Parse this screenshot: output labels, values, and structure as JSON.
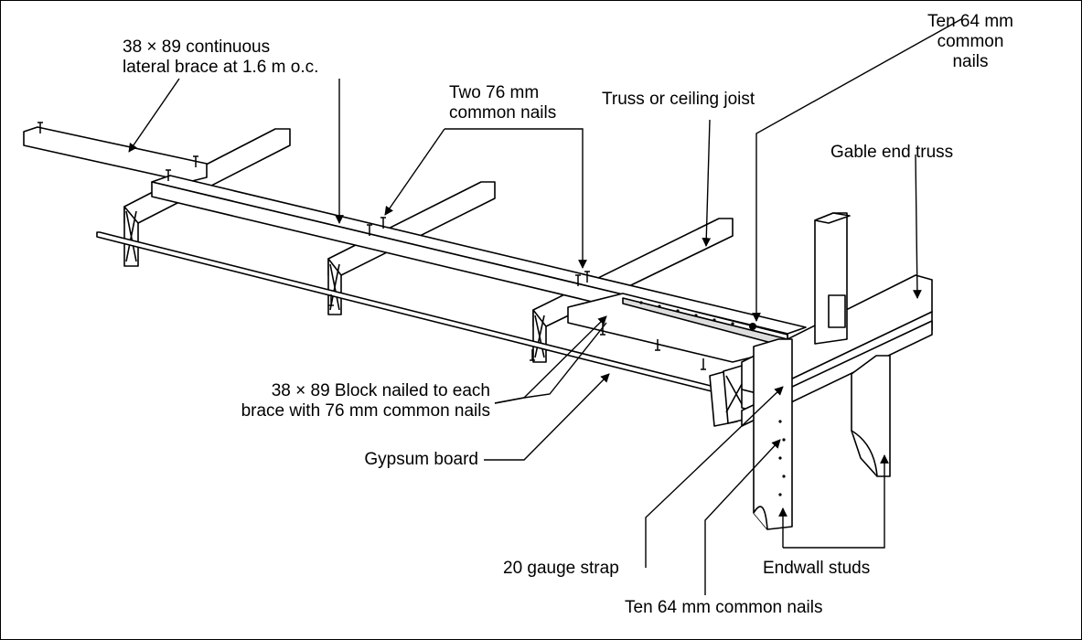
{
  "labels": {
    "lateral_brace": [
      "38 × 89 continuous",
      "lateral brace at 1.6 m o.c."
    ],
    "two_nails": [
      "Two 76 mm",
      "common nails"
    ],
    "truss_joist": "Truss or ceiling joist",
    "ten_nails_top": [
      "Ten 64 mm",
      "common",
      "nails"
    ],
    "gable_truss": "Gable end truss",
    "block": [
      "38 × 89 Block nailed to each",
      "brace with 76 mm common nails"
    ],
    "gypsum": "Gypsum board",
    "strap": "20 gauge strap",
    "studs": "Endwall studs",
    "ten_nails_bottom": "Ten 64 mm common nails"
  }
}
